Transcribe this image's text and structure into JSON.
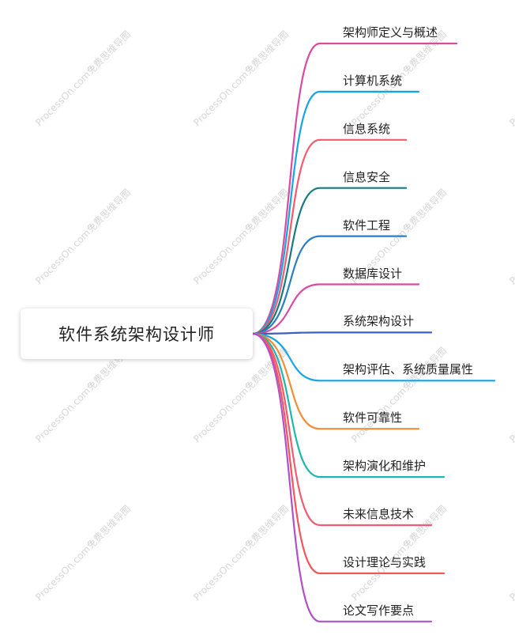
{
  "root": {
    "label": "软件系统架构设计师"
  },
  "watermark": "ProcessOn.com免费思维导图",
  "branches": [
    {
      "label": "架构师定义与概述",
      "color": "#d94aa1"
    },
    {
      "label": "计算机系统",
      "color": "#17a4e4"
    },
    {
      "label": "信息系统",
      "color": "#f25c6e"
    },
    {
      "label": "信息安全",
      "color": "#147c7c"
    },
    {
      "label": "软件工程",
      "color": "#2a7fc4"
    },
    {
      "label": "数据库设计",
      "color": "#d94aa1"
    },
    {
      "label": "系统架构设计",
      "color": "#3f5fb8"
    },
    {
      "label": "架构评估、系统质量属性",
      "color": "#17a4e4"
    },
    {
      "label": "软件可靠性",
      "color": "#f58c35"
    },
    {
      "label": "架构演化和维护",
      "color": "#1cb8b0"
    },
    {
      "label": "未来信息技术",
      "color": "#f25c6e"
    },
    {
      "label": "设计理论与实践",
      "color": "#f2565a"
    },
    {
      "label": "论文写作要点",
      "color": "#b150c8"
    }
  ]
}
